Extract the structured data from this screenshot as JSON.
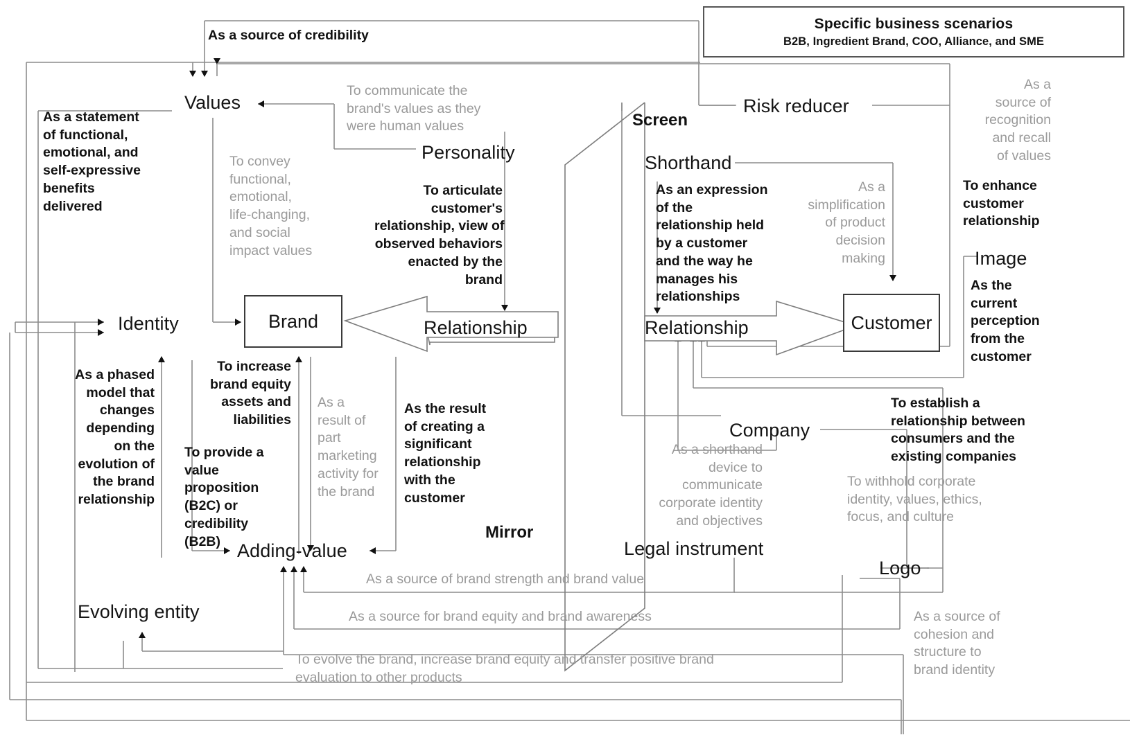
{
  "figure": {
    "title": "Brand roles and relationships framework",
    "colors": {
      "bold_text": "#111111",
      "gray_text": "#9a9a9a",
      "node_text": "#141414",
      "line_dark": "#3a3a3a",
      "line_gray": "#8c8c8c",
      "background": "#ffffff"
    }
  },
  "scenario_box": {
    "title": "Specific business scenarios",
    "subtitle": "B2B, Ingredient Brand, COO, Alliance, and SME"
  },
  "sections": {
    "screen": "Screen",
    "mirror": "Mirror"
  },
  "nodes": {
    "values": "Values",
    "personality": "Personality",
    "identity": "Identity",
    "brand": "Brand",
    "relationship_left": "Relationship",
    "relationship_right": "Relationship",
    "customer": "Customer",
    "risk_reducer": "Risk reducer",
    "shorthand": "Shorthand",
    "image": "Image",
    "company": "Company",
    "legal_instrument": "Legal instrument",
    "logo": "Logo",
    "adding_value": "Adding-value",
    "evolving_entity": "Evolving entity"
  },
  "annotations": {
    "credibility": "As a source of credibility",
    "statement_benefits": "As a statement\nof functional,\nemotional, and\nself-expressive\nbenefits\ndelivered",
    "communicate_human_values": "To communicate the\nbrand's values as they\nwere human values",
    "convey_values": "To convey\nfunctional,\nemotional,\nlife-changing,\nand social\nimpact values",
    "articulate_customer": "To articulate\ncustomer's\nrelationship, view of\nobserved behaviors\nenacted by the\nbrand",
    "recognition_recall": "As a\nsource of\nrecognition\nand recall\nof values",
    "enhance_customer_relationship": "To enhance\ncustomer\nrelationship",
    "expression_relationship": "As an expression\nof the\nrelationship held\nby a customer\nand the way he\nmanages his\nrelationships",
    "simplification_decision": "As a\nsimplification\nof product\ndecision\nmaking",
    "current_perception": "As the\ncurrent\nperception\nfrom the\ncustomer",
    "phased_model": "As a phased\nmodel that\nchanges\ndepending\non the\nevolution of\nthe brand\nrelationship",
    "increase_brand_equity": "To increase\nbrand equity\nassets and\nliabilities",
    "value_proposition": "To provide a\nvalue\nproposition\n(B2C) or\ncredibility\n(B2B)",
    "part_marketing": "As a\nresult of\npart\nmarketing\nactivity for\nthe brand",
    "significant_relationship": "As the result\nof creating a\nsignificant\nrelationship\nwith the\ncustomer",
    "shorthand_device": "As a shorthand\ndevice to\ncommunicate\ncorporate identity\nand objectives",
    "establish_relationship": "To establish a\nrelationship between\nconsumers and the\nexisting companies",
    "withhold_corporate": "To withhold corporate\nidentity, values, ethics,\nfocus, and culture",
    "brand_strength": "As a source of brand strength and brand value",
    "brand_equity_awareness": "As a source for brand equity and brand awareness",
    "evolve_brand": "To evolve the brand, increase brand equity and transfer positive brand\nevaluation to other products",
    "cohesion_structure": "As a source of\ncohesion and\nstructure to\nbrand identity"
  }
}
